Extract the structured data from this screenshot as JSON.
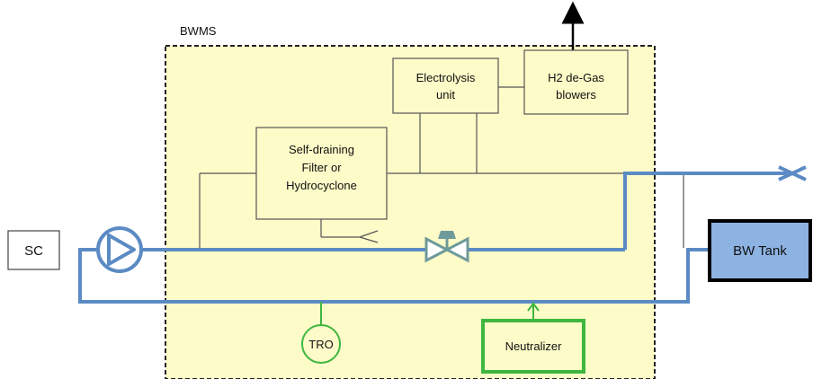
{
  "diagram": {
    "system_label": "BWMS",
    "components": {
      "sc": "SC",
      "filter": [
        "Self-draining",
        "Filter or",
        "Hydrocyclone"
      ],
      "electrolysis": [
        "Electrolysis",
        "unit"
      ],
      "degas": [
        "H2 de-Gas",
        "blowers"
      ],
      "bw_tank": "BW Tank",
      "tro": "TRO",
      "neutralizer": "Neutralizer"
    },
    "colors": {
      "bwms_fill": "#fdfbc8",
      "pipe": "#5b8ac4",
      "tank_fill": "#8db3e2",
      "green": "#3fb63f",
      "valve": "#6f9a9a"
    }
  }
}
